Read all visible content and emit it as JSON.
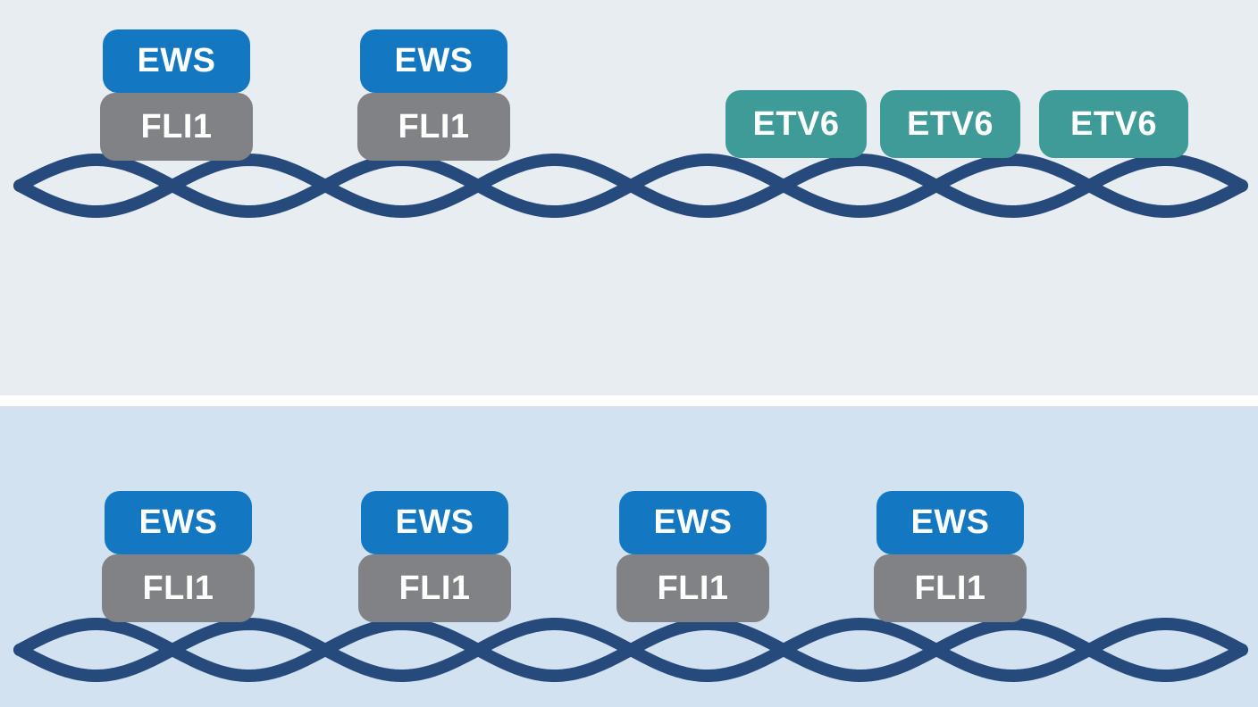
{
  "colors": {
    "ews_blue": "#1377c2",
    "fli1_gray": "#808285",
    "etv6_teal": "#3f9b98",
    "dna_navy": "#264a7c",
    "top_panel_bg": "#e8edf1",
    "bottom_panel_bg": "#d3e2f0",
    "divider": "#ffffff",
    "label_text": "#ffffff"
  },
  "icons": {
    "dna_helix": "dna-double-helix-icon"
  },
  "top_panel": {
    "ews_fli1_complexes": [
      {
        "ews_label": "EWS",
        "fli1_label": "FLI1"
      },
      {
        "ews_label": "EWS",
        "fli1_label": "FLI1"
      }
    ],
    "etv6_proteins": [
      {
        "label": "ETV6"
      },
      {
        "label": "ETV6"
      },
      {
        "label": "ETV6"
      }
    ]
  },
  "bottom_panel": {
    "ews_fli1_complexes": [
      {
        "ews_label": "EWS",
        "fli1_label": "FLI1"
      },
      {
        "ews_label": "EWS",
        "fli1_label": "FLI1"
      },
      {
        "ews_label": "EWS",
        "fli1_label": "FLI1"
      },
      {
        "ews_label": "EWS",
        "fli1_label": "FLI1"
      }
    ]
  }
}
